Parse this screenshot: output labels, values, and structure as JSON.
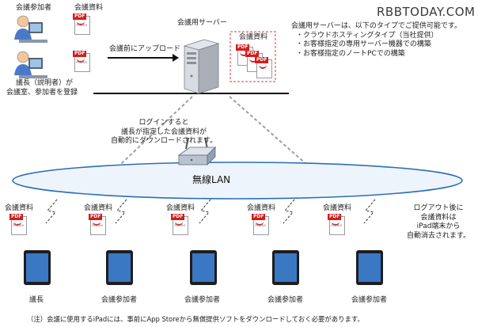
{
  "watermark": "RBBTODAY.COM",
  "top_left": {
    "participant_label": "会議参加者",
    "doc_label_top": "会議資料",
    "pdf_tag": "PDF",
    "adobe": "Adobe",
    "chair_caption_line1": "議長（説明者）が",
    "chair_caption_line2": "会議室、参加者を登録"
  },
  "upload_label": "会議前にアップロード",
  "server": {
    "label": "会議用サーバー",
    "doc_label": "会議資料"
  },
  "server_note": {
    "line1": "会議用サーバーは、以下のタイプでご提供可能です。",
    "line2": "・クラウドホスティングタイプ（当社提供）",
    "line3": "・お客様指定の専用サーバー機器での構築",
    "line4": "・お客様指定のノートPCでの構築"
  },
  "download_note": {
    "line1": "ログインすると",
    "line2": "議長が指定した会議資料が",
    "line3": "自動的にダウンロードされます。"
  },
  "wireless_label": "無線LAN",
  "logout_note": {
    "line1": "ログアウト後に",
    "line2": "会議資料は",
    "line3": "iPad端末から",
    "line4": "自動消去されます。"
  },
  "devices": [
    {
      "doc_label": "会議資料",
      "device_label": "議長"
    },
    {
      "doc_label": "会議資料",
      "device_label": "会議参加者"
    },
    {
      "doc_label": "会議資料",
      "device_label": "会議参加者"
    },
    {
      "doc_label": "会議資料",
      "device_label": "会議参加者"
    },
    {
      "doc_label": "会議資料",
      "device_label": "会議参加者"
    }
  ],
  "footnote": "（注）会議に使用するiPadには、事前にApp Storeから無償提供ソフトをダウンロードしておく必要があります。",
  "colors": {
    "dashed_red": "#e03a3a",
    "ellipse_fill": "#eef4fb",
    "ellipse_stroke": "#2b6fb5",
    "server_gray": "#c9ccd3"
  }
}
